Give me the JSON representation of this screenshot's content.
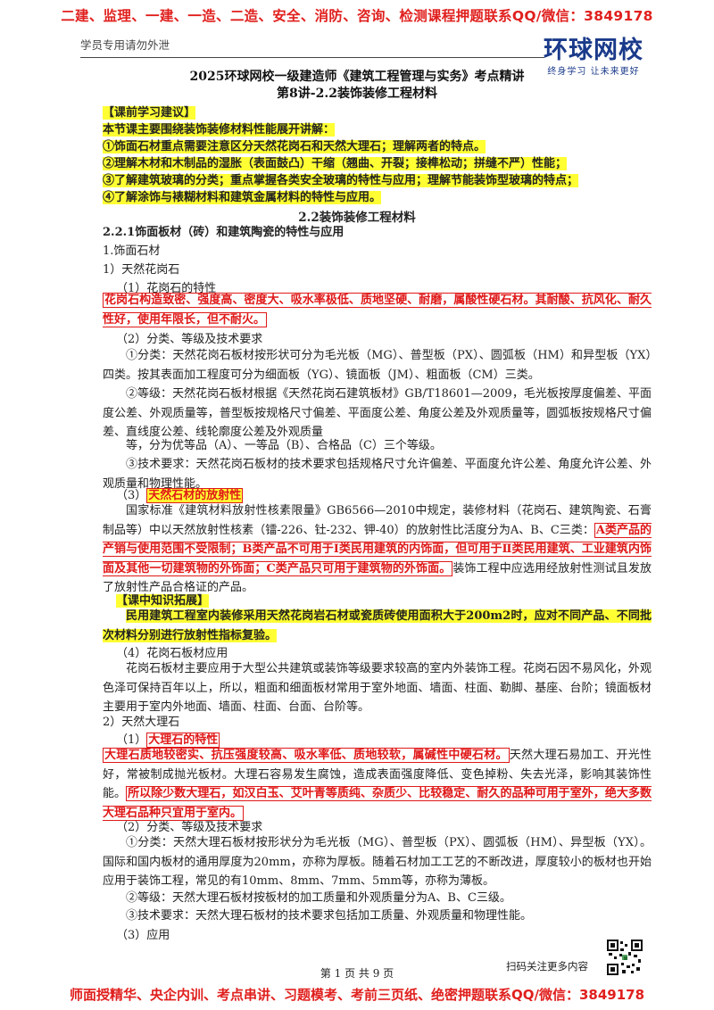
{
  "header": {
    "top_banner": "二建、监理、一建、一造、二造、安全、消防、咨询、检测课程押题联系QQ/微信：3849178",
    "note": "学员专用请勿外泄",
    "logo": "环球网校",
    "logo_slogan": "终身学习  让未来更好"
  },
  "title": "2025环球网校一级建造师《建筑工程管理与实务》考点精讲",
  "subtitle": "第8讲-2.2装饰装修工程材料",
  "advice": {
    "label": "【课前学习建议】",
    "intro": "本节课主要围绕装饰装修材料性能展开讲解：",
    "items": [
      "①饰面石材重点需要注意区分天然花岗石和天然大理石；理解两者的特点。",
      "②理解木材和木制品的湿胀（表面鼓凸）干缩（翘曲、开裂；接榫松动；拼缝不严）性能；",
      "③了解建筑玻璃的分类；重点掌握各类安全玻璃的特性与应用；理解节能装饰型玻璃的特点；",
      "④了解涂饰与裱糊材料和建筑金属材料的特性与应用。"
    ]
  },
  "section_title": "2.2装饰装修工程材料",
  "s221": "2.2.1饰面板材（砖）和建筑陶瓷的特性与应用",
  "l_stone": "1.饰面石材",
  "l_granite": "1）天然花岗石",
  "l_g1": "（1）花岗石的特性",
  "g1_text": "花岗石构造致密、强度高、密度大、吸水率极低、质地坚硬、耐磨，属酸性硬石材。其耐酸、抗风化、耐久性好，使用年限长，但不耐火。",
  "l_g2": "（2）分类、等级及技术要求",
  "g2_p1": "①分类：天然花岗石板材按形状可分为毛光板（MG）、普型板（PX）、圆弧板（HM）和异型板（YX）四类。按其表面加工程度可分为细面板（YG）、镜面板（JM）、粗面板（CM）三类。",
  "g2_p2": "②等级：天然花岗石板材根据《天然花岗石建筑板材》GB/T18601—2009，毛光板按厚度偏差、平面度公差、外观质量等，普型板按规格尺寸偏差、平面度公差、角度公差及外观质量等，圆弧板按规格尺寸偏差、直线度公差、线轮廓度公差及外观质量",
  "g2_p3": "等，分为优等品（A）、一等品（B）、合格品（C）三个等级。",
  "g2_p4": "③技术要求：天然花岗石板材的技术要求包括规格尺寸允许偏差、平面度允许公差、角度允许公差、外观质量和物理性能。",
  "l_g3_num": "（3）",
  "l_g3": "天然石材的放射性",
  "g3_pre": "国家标准《建筑材料放射性核素限量》GB6566—2010中规定，装修材料（花岗石、建筑陶瓷、石膏制品等）中以天然放射性核素（镭-226、钍-232、钾-40）的放射性比活度分为A、B、C三类：",
  "g3_red": "A类产品的产销与使用范围不受限制；B类产品不可用于Ⅰ类民用建筑的内饰面，但可用于Ⅱ类民用建筑、工业建筑内饰面及其他一切建筑物的外饰面；C类产品只可用于建筑物的外饰面。",
  "g3_post": "装饰工程中应选用经放射性测试且发放了放射性产品合格证的产品。",
  "ext_label": "【课中知识拓展】",
  "ext_text": "民用建筑工程室内装修采用天然花岗岩石材或瓷质砖使用面积大于200m2时，应对不同产品、不同批次材料分别进行放射性指标复验。",
  "l_g4": "（4）花岗石板材应用",
  "g4_text": "花岗石板材主要应用于大型公共建筑或装饰等级要求较高的室内外装饰工程。花岗石因不易风化，外观色泽可保持百年以上，所以，粗面和细面板材常用于室外地面、墙面、柱面、勒脚、基座、台阶；镜面板材主要用于室内外地面、墙面、柱面、台面、台阶等。",
  "l_marble": "2）天然大理石",
  "l_m1_num": "（1）",
  "l_m1": "大理石的特性",
  "m1_red": "大理石质地较密实、抗压强度较高、吸水率低、质地较软，属碱性中硬石材。",
  "m1_mid": "天然大理石易加工、开光性好，常被制成抛光板材。大理石容易发生腐蚀，造成表面强度降低、变色掉粉、失去光泽，影响其装饰性能。",
  "m1_red2": "所以除少数大理石，如汉白玉、艾叶青等质纯、杂质少、比较稳定、耐久的品种可用于室外，绝大多数大理石品种只宜用于室内。",
  "l_m2": "（2）分类、等级及技术要求",
  "m2_p1": "①分类：天然大理石板材按形状分为毛光板（MG）、普型板（PX）、圆弧板（HM）、异型板（YX）。国际和国内板材的通用厚度为20mm，亦称为厚板。随着石材加工工艺的不断改进，厚度较小的板材也开始应用于装饰工程，常见的有10mm、8mm、7mm、5mm等，亦称为薄板。",
  "m2_p2": "②等级：天然大理石板材按板材的加工质量和外观质量分为A、B、C三级。",
  "m2_p3": "③技术要求：天然大理石板材的技术要求包括加工质量、外观质量和物理性能。",
  "l_m3": "（3）应用",
  "footer": {
    "page": "第 1 页 共 9 页",
    "qr_caption": "扫码关注更多内容",
    "bottom_banner": "师面授精华、央企内训、考点串讲、习题模考、考前三页纸、绝密押题联系QQ/微信：3849178"
  }
}
